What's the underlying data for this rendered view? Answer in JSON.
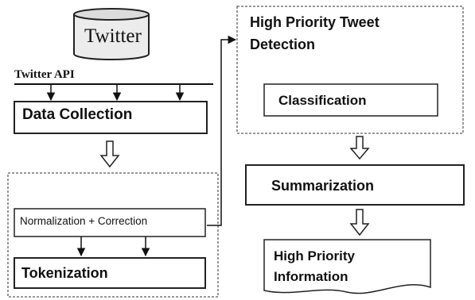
{
  "diagram": {
    "source": "Twitter",
    "api_label": "Twitter API",
    "data_collection": "Data Collection",
    "normalization": "Normalization + Correction",
    "tokenization": "Tokenization",
    "detection_title": "High Priority Tweet Detection",
    "classification": "Classification",
    "summarization": "Summarization",
    "output": "High Priority Information"
  }
}
